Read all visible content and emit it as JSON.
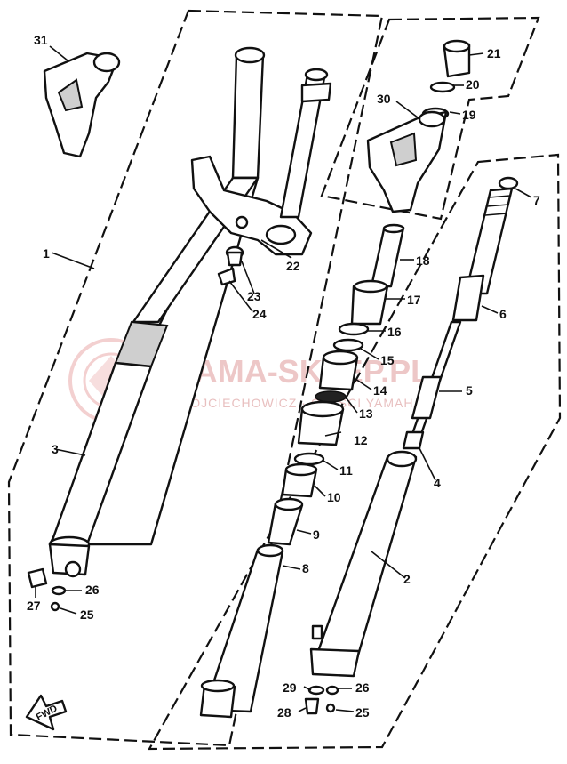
{
  "diagram": {
    "callouts": {
      "c1": "1",
      "c2": "2",
      "c3": "3",
      "c4": "4",
      "c5": "5",
      "c6": "6",
      "c7": "7",
      "c8": "8",
      "c9": "9",
      "c10": "10",
      "c11": "11",
      "c12": "12",
      "c13": "13",
      "c14": "14",
      "c15": "15",
      "c16": "16",
      "c17": "17",
      "c18": "18",
      "c19": "19",
      "c20": "20",
      "c21": "21",
      "c22": "22",
      "c23": "23",
      "c24": "24",
      "c25a": "25",
      "c25b": "25",
      "c26a": "26",
      "c26b": "26",
      "c27": "27",
      "c28": "28",
      "c29": "29",
      "c30": "30",
      "c31": "31"
    },
    "direction_label": "FWD",
    "colors": {
      "line": "#111111",
      "watermark": "#e8b5b5"
    }
  },
  "watermark": {
    "title": "YAMA-SKLEP.PL",
    "subtitle": "WOJCIECHOWICZ · CZĘŚCI YAMAHA",
    "logo": "circular-brand-logo"
  }
}
